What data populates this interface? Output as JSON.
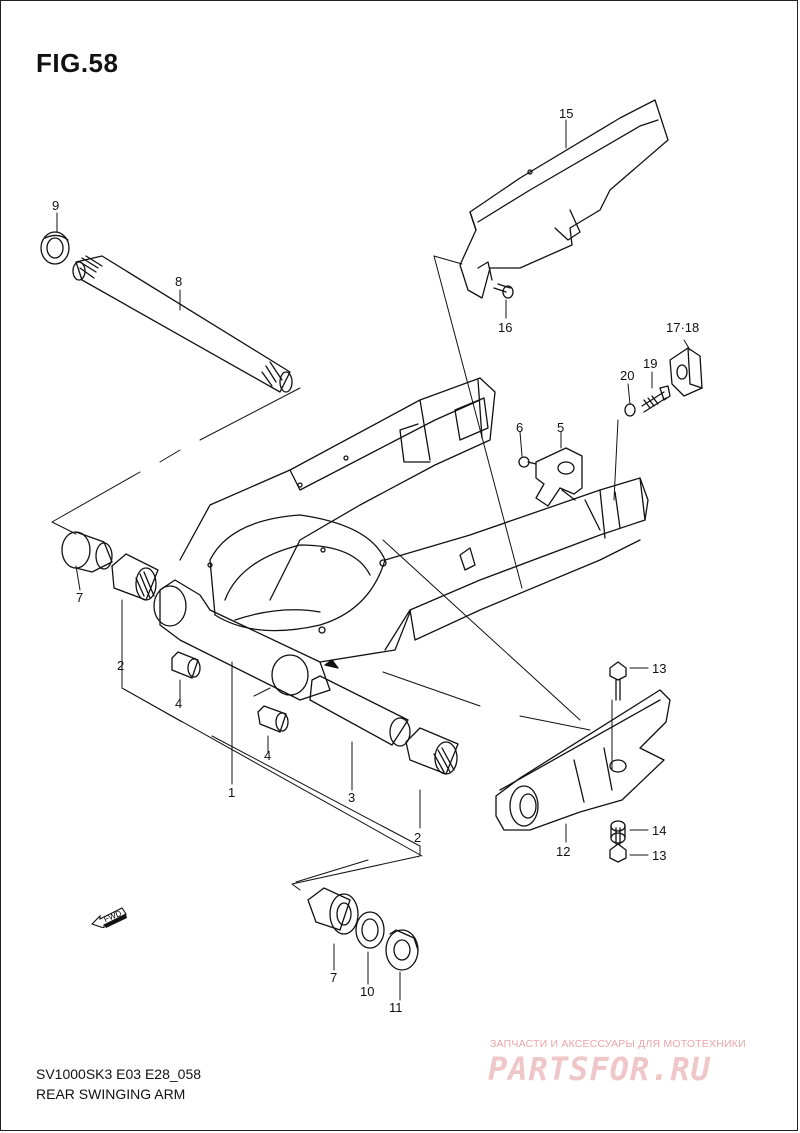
{
  "figure": {
    "title": "FIG.58",
    "model_code": "SV1000SK3 E03 E28_058",
    "name": "REAR SWINGING ARM"
  },
  "fwd_label": "FWD",
  "watermark": {
    "caption": "ЗАПЧАСТИ И АКСЕССУАРЫ ДЛЯ МОТОТЕХНИКИ",
    "logo": "PARTSFOR.RU"
  },
  "callouts": {
    "c1": "1",
    "c2a": "2",
    "c2b": "2",
    "c3": "3",
    "c4a": "4",
    "c4b": "4",
    "c5": "5",
    "c6": "6",
    "c7a": "7",
    "c7b": "7",
    "c8": "8",
    "c9": "9",
    "c10": "10",
    "c11": "11",
    "c12": "12",
    "c13a": "13",
    "c13b": "13",
    "c14": "14",
    "c15": "15",
    "c16": "16",
    "c17": "17·18",
    "c19": "19",
    "c20": "20"
  }
}
